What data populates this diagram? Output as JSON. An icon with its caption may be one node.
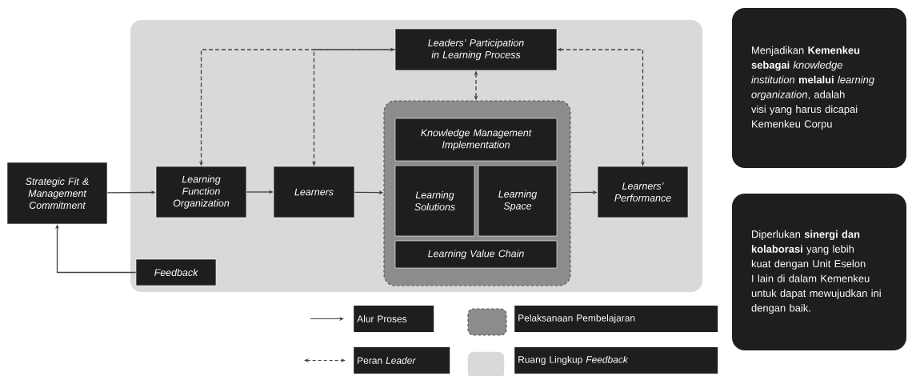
{
  "diagram": {
    "nodes": [
      {
        "text": [],
        "shape": "box"
      },
      {
        "text": [
          "Strategic Fit & Management Commitment"
        ]
      },
      {
        "text": [
          "Learning Function Organization"
        ],
        "in": 0
      },
      {
        "text": [
          "Learners"
        ],
        "in": 0
      },
      {
        "text": [
          "Leaders’ Participation in Learning Process"
        ],
        "in": 0
      },
      {
        "text": [],
        "shape": "box",
        "in": 0
      },
      {
        "text": [
          "Knowledge Management Implementation"
        ],
        "in": 5
      },
      {
        "text": [
          "Learning Solutions"
        ],
        "in": 5
      },
      {
        "text": [
          "Learning Space"
        ],
        "in": 5
      },
      {
        "text": [
          "Learning Value Chain"
        ],
        "in": 5
      },
      {
        "text": [
          "Learners’ Performance"
        ],
        "in": 0
      },
      {
        "text": [
          "Feedback"
        ],
        "in": 0
      },
      {
        "text": [
          "Menjadikan **Kemenkeu sebagai** *knowledge institution* **melalui** *learning organization*, adalah visi yang harus dicapai Kemenkeu Corpu"
        ]
      },
      {
        "text": [
          "Diperlukan **sinergi dan kolaborasi** yang lebih kuat dengan Unit Eselon I lain di dalam Kemenkeu untuk dapat mewujudkan ini dengan baik."
        ]
      }
    ],
    "edges": [
      {
        "from": 1,
        "to": 2,
        "arrow": "to"
      },
      {
        "from": 2,
        "to": 3,
        "arrow": "to"
      },
      {
        "from": 3,
        "to": 5,
        "arrow": "to"
      },
      {
        "from": 5,
        "to": 10,
        "arrow": "to"
      },
      {
        "from": 11,
        "to": 1,
        "arrow": "to"
      },
      {
        "from": 4,
        "to": 2,
        "arrow": "both",
        "style": "dashed"
      },
      {
        "from": 4,
        "to": 3,
        "arrow": "to",
        "style": "dashed"
      },
      {
        "from": 4,
        "to": 5,
        "arrow": "both",
        "style": "dashed"
      },
      {
        "from": 4,
        "to": 10,
        "arrow": "both",
        "style": "dashed"
      }
    ],
    "legend": [
      {
        "text": "Alur Proses"
      },
      {
        "text": "Peran *Leader*"
      },
      {
        "text": "Pelaksanaan Pembelajaran",
        "color": "#8c8c8c"
      },
      {
        "text": "Ruang Lingkup *Feedback*",
        "color": "#d9d9d9"
      }
    ]
  }
}
